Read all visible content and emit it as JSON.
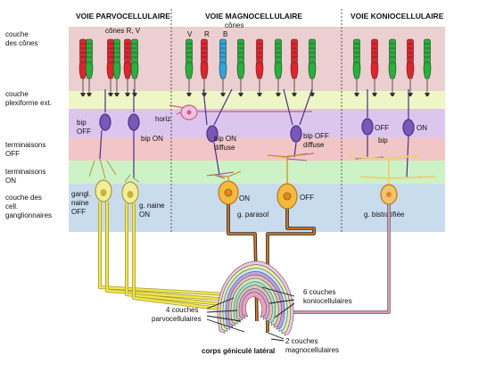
{
  "titles": {
    "parvo": "VOIE PARVOCELLULAIRE",
    "magno": "VOIE MAGNOCELLULAIRE",
    "konio": "VOIE KONIOCELLULAIRE"
  },
  "layers": {
    "cones_1": "couche",
    "cones_2": "des cônes",
    "plexiform_1": "couche",
    "plexiform_2": "plexiforme ext.",
    "term_off_1": "terminaisons",
    "term_off_2": "OFF",
    "term_on_1": "terminaisons",
    "term_on_2": "ON",
    "ganglion_1": "couche des",
    "ganglion_2": "cell.",
    "ganglion_3": "ganglionnaires"
  },
  "labels": {
    "cones_rv": "cônes R, V",
    "cones_top": "cônes",
    "v": "V",
    "r": "R",
    "b": "B",
    "horiz": "horiz",
    "bip_off_1": "bip",
    "bip_off_2": "OFF",
    "bip_on": "bip ON",
    "bip_on_diffuse_1": "bip ON",
    "bip_on_diffuse_2": "diffuse",
    "bip_off_diffuse_1": "bip OFF",
    "bip_off_diffuse_2": "diffuse",
    "konio_off": "OFF",
    "konio_bip": "bip",
    "konio_on": "ON",
    "gangl_1": "gangl.",
    "gangl_2": "naine",
    "gangl_3": "OFF",
    "g_naine_1": "g. naine",
    "g_naine_2": "ON",
    "parasol_on": "ON",
    "parasol_off": "OFF",
    "g_parasol": "g. parasol",
    "g_bistratifiee": "g. bistratifiée",
    "parvo_layers_1": "4 couches",
    "parvo_layers_2": "parvocellulaires",
    "konio_layers_1": "6 couches",
    "konio_layers_2": "koniocellulaires",
    "magno_layers_1": "2 couches",
    "magno_layers_2": "magnocellulaires",
    "lgn": "corps géniculé latéral"
  },
  "colors": {
    "band_cones": "#eccfd0",
    "band_plexiform": "#eef6c6",
    "band_bipolar": "#dcc6ee",
    "band_off": "#f2c6c6",
    "band_on": "#cdf2c6",
    "band_ganglion": "#c9dcee",
    "cone_red": "#e8202a",
    "cone_green": "#23b23a",
    "cone_blue": "#2aa7de",
    "bipolar": "#7b58b8",
    "horizontal": "#f2c2d8",
    "midget": "#f2ef9a",
    "parasol": "#f5ba3c",
    "parvo_path": "#f0e84a",
    "magno_path": "#e07a1a",
    "konio_path": "#e6a3c4"
  }
}
